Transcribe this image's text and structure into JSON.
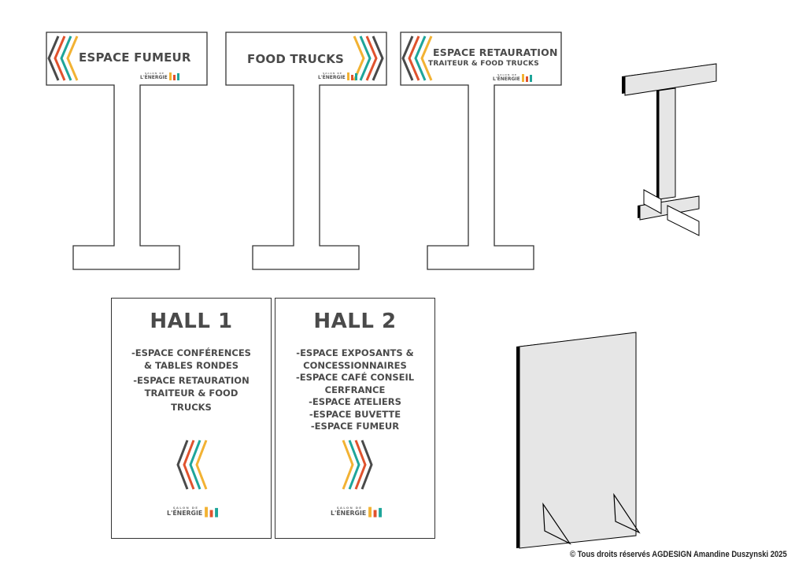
{
  "signs": [
    {
      "id": "sign-espace-fumeur",
      "line1": "ESPACE FUMEUR",
      "line2": ""
    },
    {
      "id": "sign-food-trucks",
      "line1": "FOOD TRUCKS",
      "line2": ""
    },
    {
      "id": "sign-espace-restauration",
      "line1": "ESPACE RETAURATION",
      "line2": "TRAITEUR & FOOD TRUCKS"
    }
  ],
  "halls": [
    {
      "title": "HALL 1",
      "items": [
        "-ESPACE CONFÉRENCES",
        "& TABLES RONDES",
        "-ESPACE RETAURATION",
        "TRAITEUR & FOOD",
        "TRUCKS"
      ]
    },
    {
      "title": "HALL 2",
      "items": [
        "-ESPACE EXPOSANTS &",
        "CONCESSIONNAIRES",
        "-ESPACE CAFÉ CONSEIL",
        "CERFRANCE",
        "-ESPACE ATELIERS",
        "-ESPACE BUVETTE",
        "-ESPACE FUMEUR"
      ]
    }
  ],
  "logo": {
    "text": "L'ÉNERGIE",
    "sub": "SALON DE"
  },
  "chevron_colors": [
    "#4a4a4a",
    "#e0522d",
    "#1ea59a",
    "#f2b233"
  ],
  "copyright": "© Tous droits réservés AGDESIGN Amandine Duszynski 2025"
}
